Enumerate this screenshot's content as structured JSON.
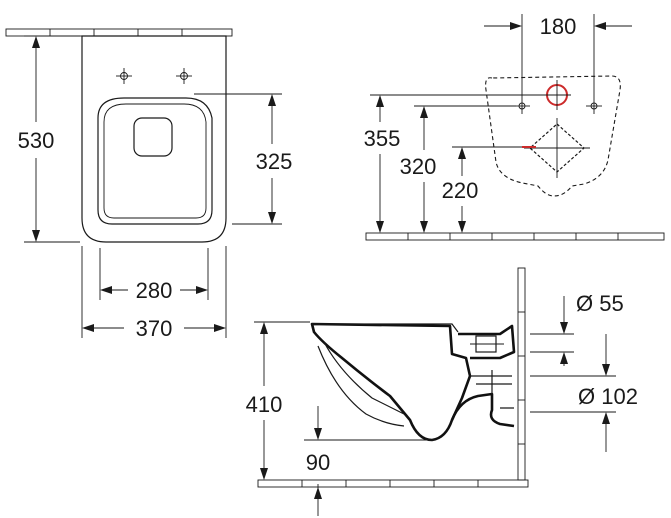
{
  "dimensions": {
    "top_view": {
      "length": "530",
      "seat_depth": "325",
      "inner_width": "280",
      "outer_width": "370"
    },
    "rear_view": {
      "fixing_spacing": "180",
      "height_upper": "355",
      "height_middle": "320",
      "height_lower": "220"
    },
    "side_view": {
      "height": "410",
      "outlet_offset": "90",
      "inlet_diameter": "Ø 55",
      "outlet_diameter": "Ø 102"
    }
  },
  "colors": {
    "line": "#1a1a1a",
    "accent": "#cc2a2a"
  }
}
